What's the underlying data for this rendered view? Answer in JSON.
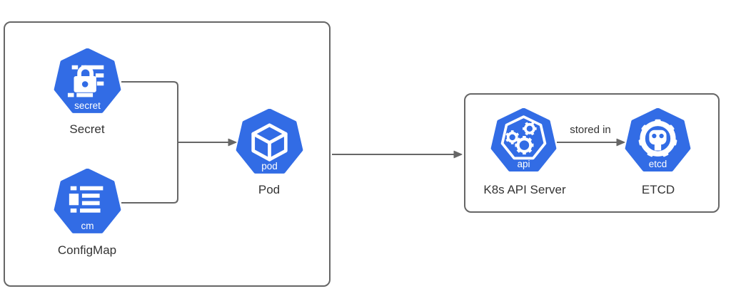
{
  "diagram": {
    "nodes": {
      "secret": {
        "label": "Secret",
        "badge": "secret"
      },
      "configmap": {
        "label": "ConfigMap",
        "badge": "cm"
      },
      "pod": {
        "label": "Pod",
        "badge": "pod"
      },
      "api_server": {
        "label": "K8s API Server",
        "badge": "api"
      },
      "etcd": {
        "label": "ETCD",
        "badge": "etcd"
      }
    },
    "edges": {
      "api_to_etcd_label": "stored in"
    },
    "colors": {
      "node_blue": "#326CE5",
      "icon_white": "#FFFFFF",
      "line_gray": "#666666",
      "label_text": "#333333"
    }
  }
}
